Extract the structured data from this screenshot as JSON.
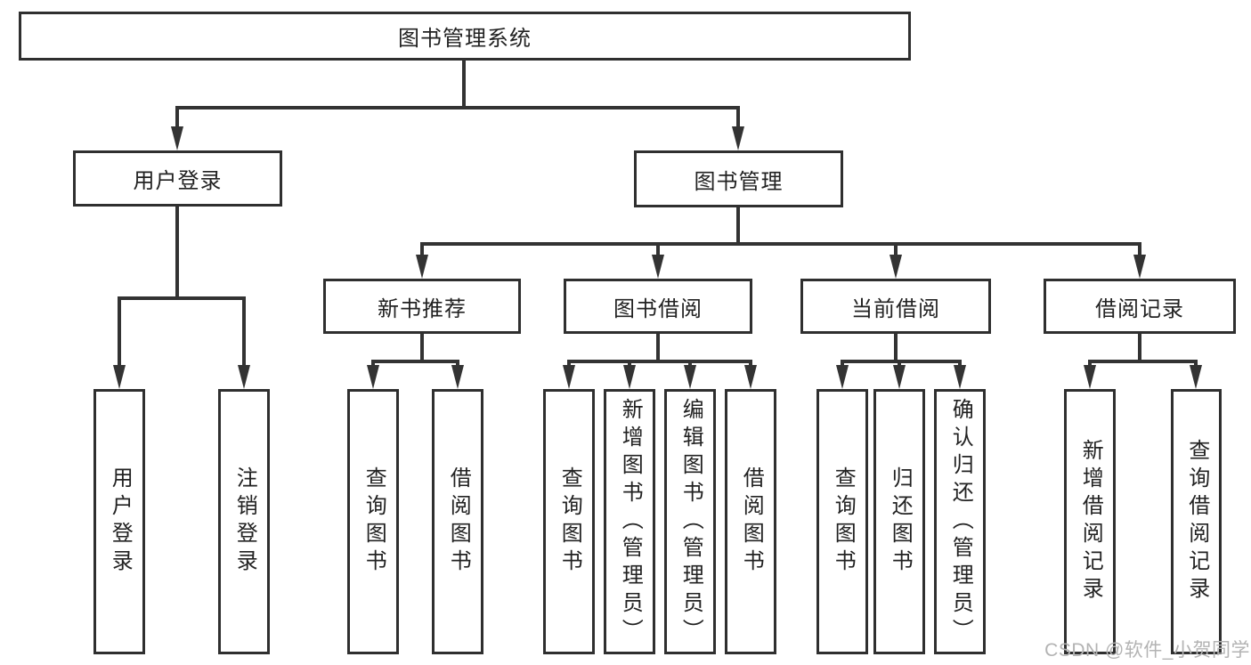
{
  "diagram": {
    "root": {
      "label": "图书管理系统"
    },
    "branches": [
      {
        "label": "用户登录",
        "children": [
          {
            "label": "用户登录"
          },
          {
            "label": "注销登录"
          }
        ]
      },
      {
        "label": "图书管理",
        "groups": [
          {
            "label": "新书推荐",
            "children": [
              {
                "label": "查询图书"
              },
              {
                "label": "借阅图书"
              }
            ]
          },
          {
            "label": "图书借阅",
            "children": [
              {
                "label": "查询图书"
              },
              {
                "label": "新增图书（管理员）"
              },
              {
                "label": "编辑图书（管理员）"
              },
              {
                "label": "借阅图书"
              }
            ]
          },
          {
            "label": "当前借阅",
            "children": [
              {
                "label": "查询图书"
              },
              {
                "label": "归还图书"
              },
              {
                "label": "确认归还（管理员）"
              }
            ]
          },
          {
            "label": "借阅记录",
            "children": [
              {
                "label": "新增借阅记录"
              },
              {
                "label": "查询借阅记录"
              }
            ]
          }
        ]
      }
    ]
  },
  "watermark": {
    "label": "CSDN @软件_小贺同学"
  },
  "colors": {
    "line": "#333333",
    "box_border": "#2f2f2f",
    "box_fill": "#ffffff",
    "text": "#222222",
    "watermark": "#b3b3b3"
  }
}
